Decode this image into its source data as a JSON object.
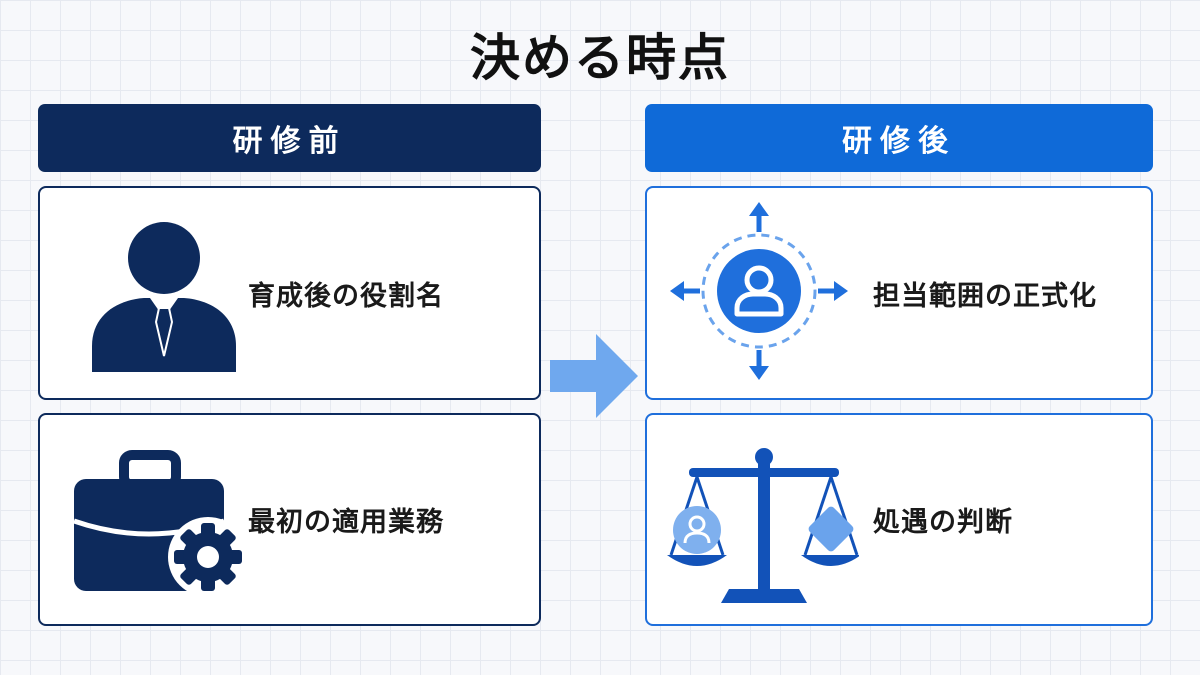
{
  "title": "決める時点",
  "columns": {
    "before": {
      "header": "研修前",
      "items": [
        {
          "label": "育成後の役割名",
          "icon": "businessman-icon"
        },
        {
          "label": "最初の適用業務",
          "icon": "briefcase-gear-icon"
        }
      ]
    },
    "after": {
      "header": "研修後",
      "items": [
        {
          "label": "担当範囲の正式化",
          "icon": "user-expand-arrows-icon"
        },
        {
          "label": "処遇の判断",
          "icon": "balance-scale-icon"
        }
      ]
    }
  },
  "colors": {
    "navy": "#0d2a5c",
    "blue": "#0f6ad8",
    "light_blue": "#6aa3ec",
    "arrow": "#6fa8ee"
  }
}
